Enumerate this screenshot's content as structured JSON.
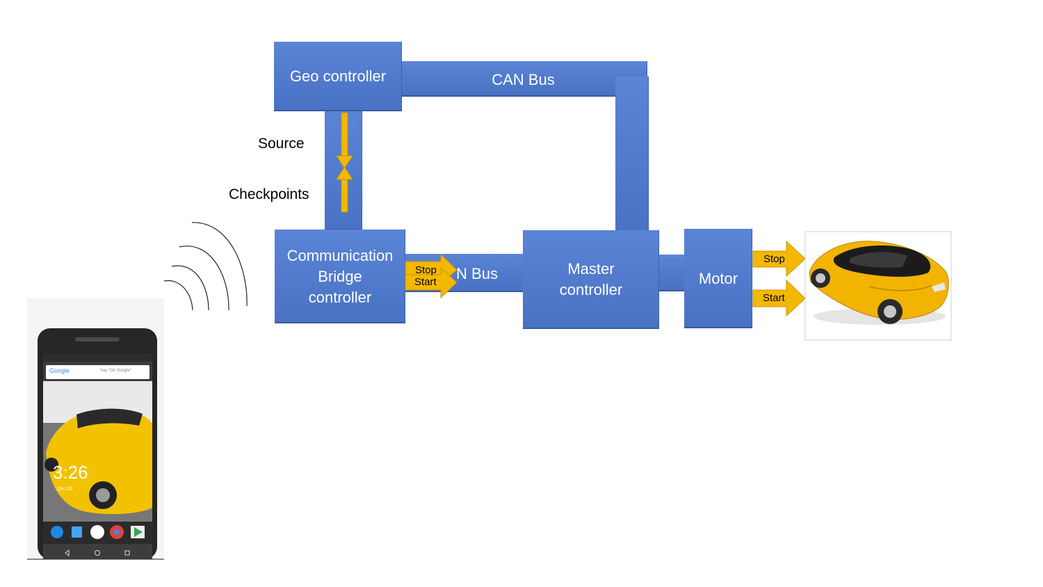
{
  "geo_controller": "Geo controller",
  "can_bus_top": "CAN Bus",
  "can_bus_mid": "N Bus",
  "source_label": "Source",
  "checkpoints_label": "Checkpoints",
  "bridge_controller": "Communication\nBridge\ncontroller",
  "master_controller": "Master\ncontroller",
  "motor": "Motor",
  "arrow_stop_1": "Stop",
  "arrow_start_1": "Start",
  "arrow_stop_2": "Stop",
  "arrow_start_2": "Start",
  "phone": {
    "search_brand": "Google",
    "search_hint": "Say \"Ok Google\"",
    "clock": "3:26",
    "date": "Dec 26"
  },
  "colors": {
    "block": "#4f78cc",
    "arrow": "#f5b800",
    "arrow_border": "#c89400",
    "car": "#f2b400"
  }
}
